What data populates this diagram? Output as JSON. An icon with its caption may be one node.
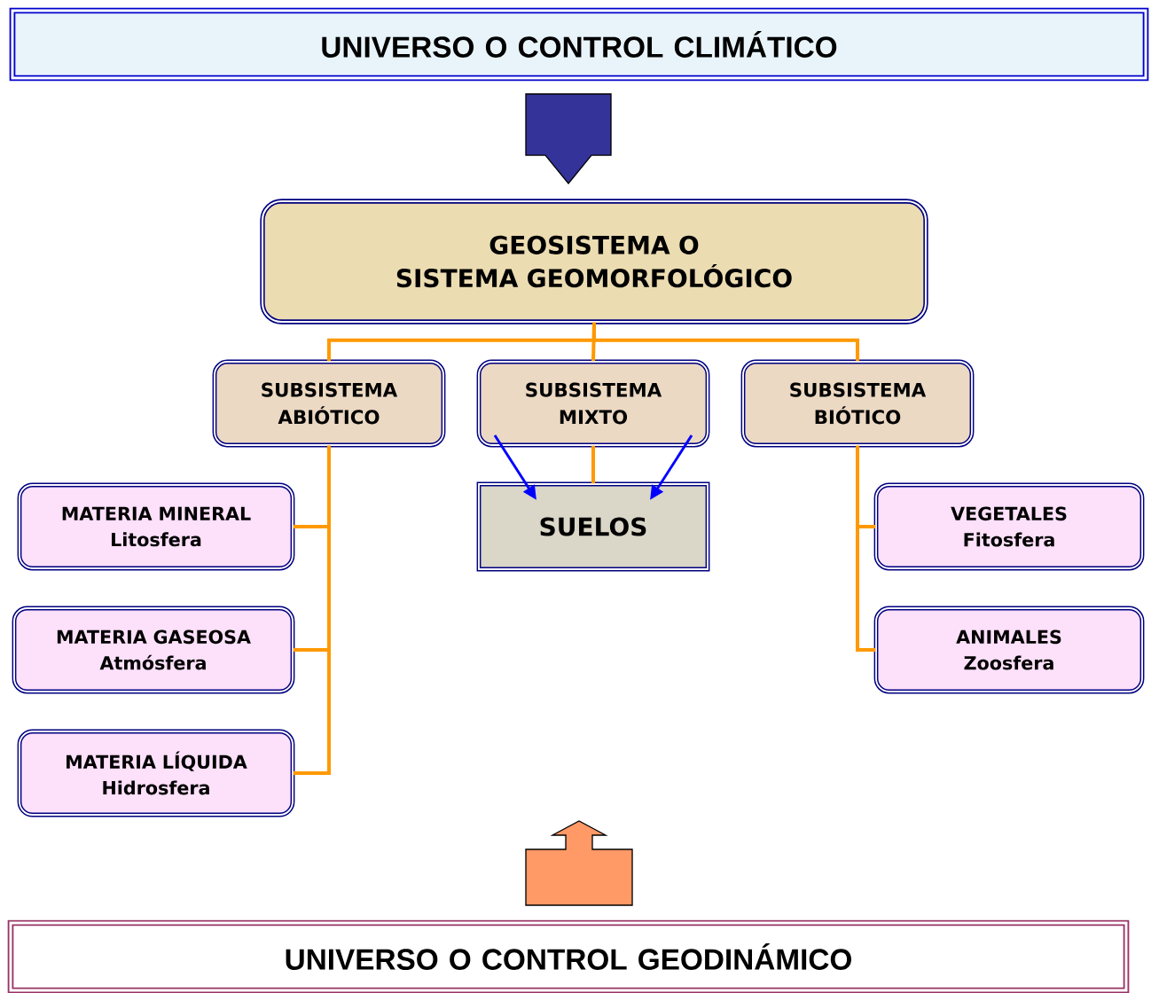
{
  "diagram": {
    "nodes": [
      {
        "text": [
          "UNIVERSO O CONTROL CLIMÁTICO"
        ]
      },
      {
        "text": [
          "GEOSISTEMA O SISTEMA GEOMORFOLÓGICO"
        ]
      },
      {
        "text": [
          "SUBSISTEMA ABIÓTICO"
        ]
      },
      {
        "text": [
          "SUBSISTEMA MIXTO"
        ]
      },
      {
        "text": [
          "SUBSISTEMA BIÓTICO"
        ]
      },
      {
        "text": [
          "MATERIA MINERAL",
          "Litosfera"
        ]
      },
      {
        "text": [
          "SUELOS"
        ]
      },
      {
        "text": [
          "VEGETALES",
          "Fitosfera"
        ]
      },
      {
        "text": [
          "MATERIA GASEOSA",
          "Atmósfera"
        ]
      },
      {
        "text": [
          "ANIMALES",
          "Zoosfera"
        ]
      },
      {
        "text": [
          "MATERIA LÍQUIDA",
          "Hidrosfera"
        ]
      },
      {
        "text": [
          "UNIVERSO O CONTROL GEODINÁMICO"
        ]
      }
    ],
    "edges": [
      {
        "from": 0,
        "to": 1,
        "arrow": "to",
        "style": "thick",
        "color": "#333399"
      },
      {
        "from": 1,
        "to": 2,
        "arrow": "none"
      },
      {
        "from": 1,
        "to": 3,
        "arrow": "none"
      },
      {
        "from": 1,
        "to": 4,
        "arrow": "none"
      },
      {
        "from": 3,
        "to": 6,
        "arrow": "none"
      },
      {
        "from": 3,
        "to": 6,
        "arrow": "to",
        "color": "#0000ff"
      },
      {
        "from": 3,
        "to": 6,
        "arrow": "to",
        "color": "#0000ff"
      },
      {
        "from": 2,
        "to": 5,
        "arrow": "none"
      },
      {
        "from": 2,
        "to": 8,
        "arrow": "none"
      },
      {
        "from": 2,
        "to": 10,
        "arrow": "none"
      },
      {
        "from": 4,
        "to": 7,
        "arrow": "none"
      },
      {
        "from": 4,
        "to": 9,
        "arrow": "none"
      },
      {
        "from": 11,
        "to": null,
        "arrow": "to",
        "style": "thick",
        "color": "#ff9966"
      }
    ]
  }
}
